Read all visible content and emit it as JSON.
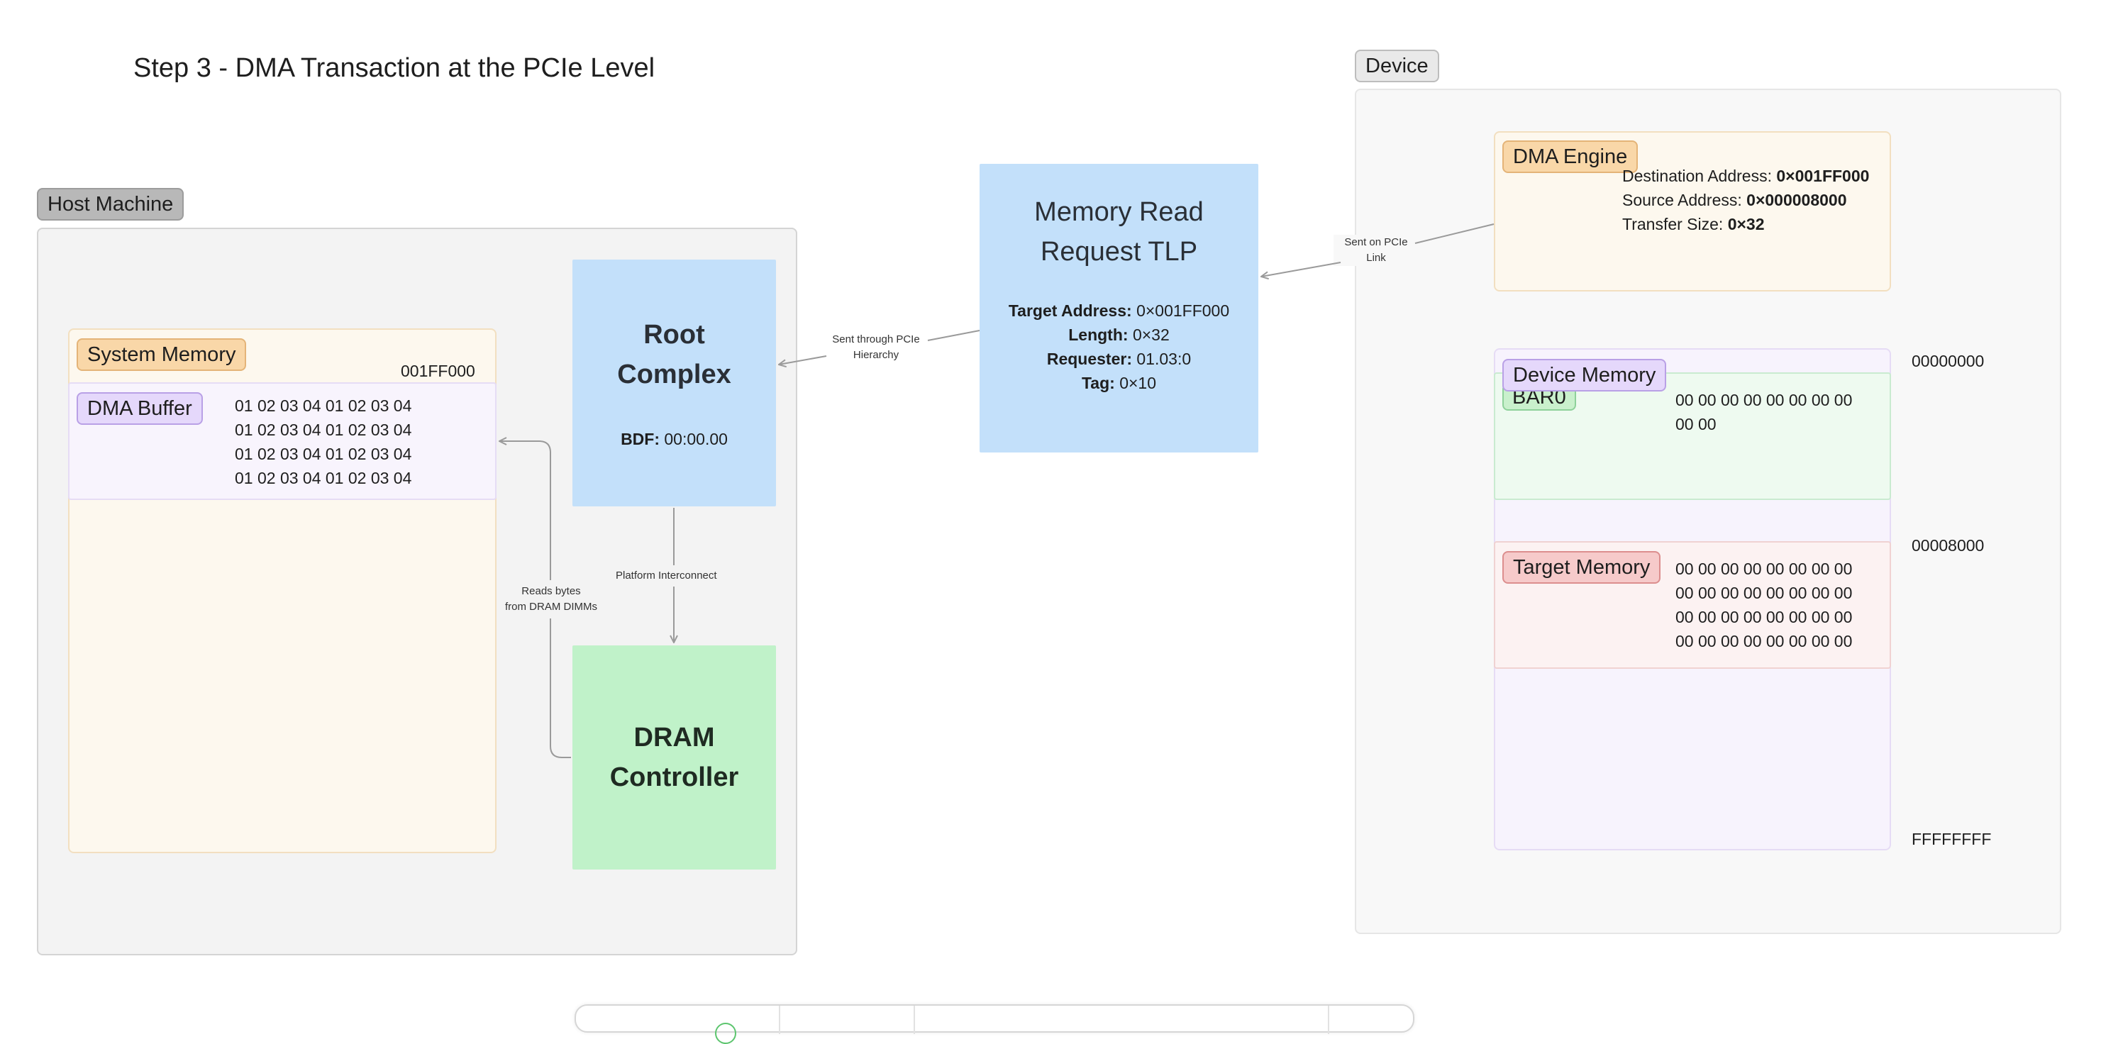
{
  "title": "Step 3 - DMA Transaction at the PCIe Level",
  "host": {
    "label": "Host Machine",
    "system_memory": {
      "label": "System Memory",
      "address": "001FF000",
      "dma_buffer": {
        "label": "DMA Buffer",
        "lines": [
          "01 02 03 04 01 02 03 04",
          "01 02 03 04 01 02 03 04",
          "01 02 03 04 01 02 03 04",
          "01 02 03 04 01 02 03 04"
        ]
      }
    },
    "root_complex": {
      "title_line1": "Root",
      "title_line2": "Complex",
      "bdf_label": "BDF:",
      "bdf_value": "00:00.00"
    },
    "dram_controller": {
      "title_line1": "DRAM",
      "title_line2": "Controller"
    },
    "edge_platform": "Platform Interconnect",
    "edge_reads_line1": "Reads bytes",
    "edge_reads_line2": "from DRAM DIMMs"
  },
  "tlp": {
    "title_line1": "Memory Read",
    "title_line2": "Request TLP",
    "fields": [
      {
        "label": "Target Address:",
        "value": "0×001FF000"
      },
      {
        "label": "Length:",
        "value": "0×32"
      },
      {
        "label": "Requester:",
        "value": "01.03:0"
      },
      {
        "label": "Tag:",
        "value": "0×10"
      }
    ],
    "edge_to_root_line1": "Sent through PCIe",
    "edge_to_root_line2": "Hierarchy"
  },
  "device": {
    "label": "Device",
    "edge_link_line1": "Sent on PCIe",
    "edge_link_line2": "Link",
    "dma_engine": {
      "label": "DMA Engine",
      "fields": [
        {
          "label": "Destination Address:",
          "value": "0×001FF000"
        },
        {
          "label": "Source Address:",
          "value": "0×000008000"
        },
        {
          "label": "Transfer Size:",
          "value": "0×32"
        }
      ]
    },
    "device_memory": {
      "label": "Device Memory",
      "addr_top": "00000000",
      "addr_target": "00008000",
      "addr_bottom": "FFFFFFFF",
      "bar0": {
        "label": "BAR0",
        "lines": [
          "00 00 00 00 00 00 00 00",
          "00 00"
        ]
      },
      "target_memory": {
        "label": "Target Memory",
        "lines": [
          "00 00 00 00 00 00 00 00",
          "00 00 00 00 00 00 00 00",
          "00 00 00 00 00 00 00 00",
          "00 00 00 00 00 00 00 00"
        ]
      }
    }
  },
  "colors": {
    "frame_bg": "#f3f3f3",
    "frame_border": "#d0d0d0",
    "blue": "#c3e0fa",
    "green": "#c0f2c9",
    "orange_tag": "#f9d7a8",
    "purple_tag": "#e5d8fb",
    "green_tag": "#c9f0cc",
    "red_tag": "#f6caca",
    "gray_tag": "#b5b5b5",
    "arrow": "#9a9a9a"
  }
}
